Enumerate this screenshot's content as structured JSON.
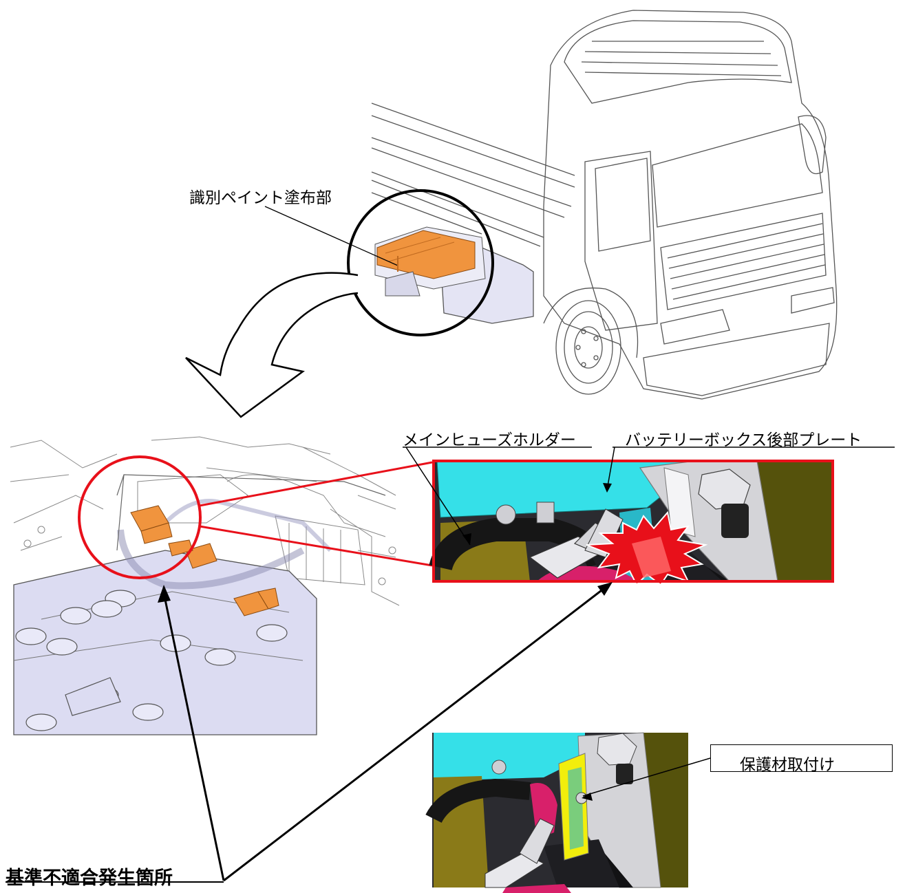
{
  "labels": {
    "paint_area": "識別ペイント塗布部",
    "main_fuse_holder": "メインヒューズホルダー",
    "battery_box_rear_plate": "バッテリーボックス後部プレート",
    "protective_material": "保護材取付け",
    "nonconformity_location": "基準不適合発生箇所"
  },
  "colors": {
    "highlight_red": "#e8101a",
    "paint_orange": "#f0943e",
    "plate_cyan": "#35e0e8",
    "olive_panel": "#55520c",
    "protector_yellow": "#f2ee0c",
    "cable_magenta": "#d8206a",
    "battery_lavender": "#dcdcf2"
  }
}
